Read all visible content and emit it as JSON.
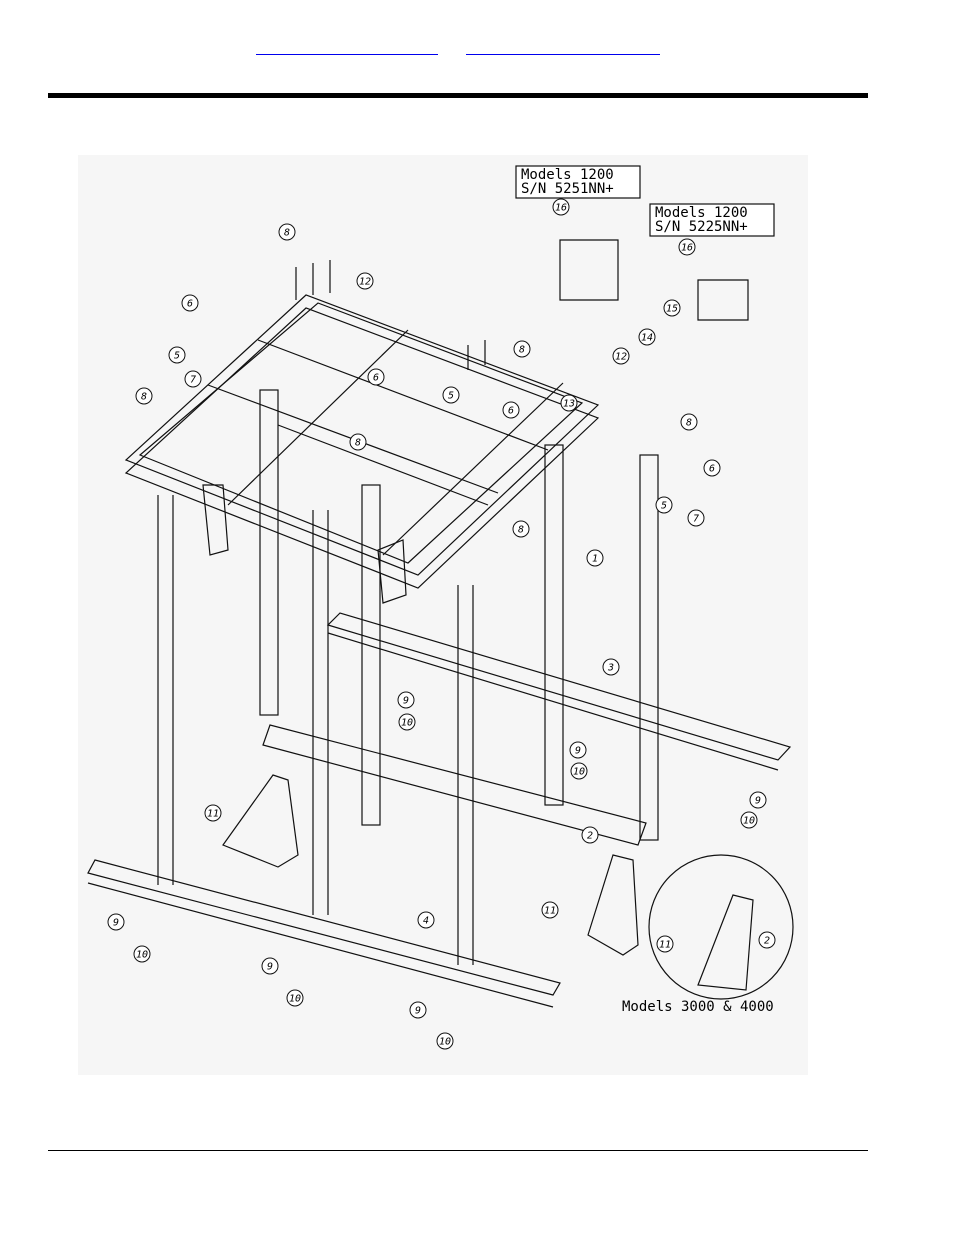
{
  "header": {
    "links": [
      "",
      ""
    ]
  },
  "diagram": {
    "boxes": [
      {
        "line1": "Models 1200",
        "line2": "S/N 5251NN+"
      },
      {
        "line1": "Models 1200",
        "line2": "S/N 5225NN+"
      }
    ],
    "detail_note": "Models 3000 & 4000",
    "callouts": [
      "1",
      "2",
      "2",
      "3",
      "4",
      "5",
      "5",
      "5",
      "6",
      "6",
      "6",
      "6",
      "7",
      "7",
      "8",
      "8",
      "8",
      "8",
      "8",
      "8",
      "9",
      "9",
      "9",
      "9",
      "9",
      "9",
      "10",
      "10",
      "10",
      "10",
      "10",
      "10",
      "11",
      "11",
      "11",
      "12",
      "12",
      "13",
      "14",
      "15",
      "16",
      "16"
    ]
  }
}
